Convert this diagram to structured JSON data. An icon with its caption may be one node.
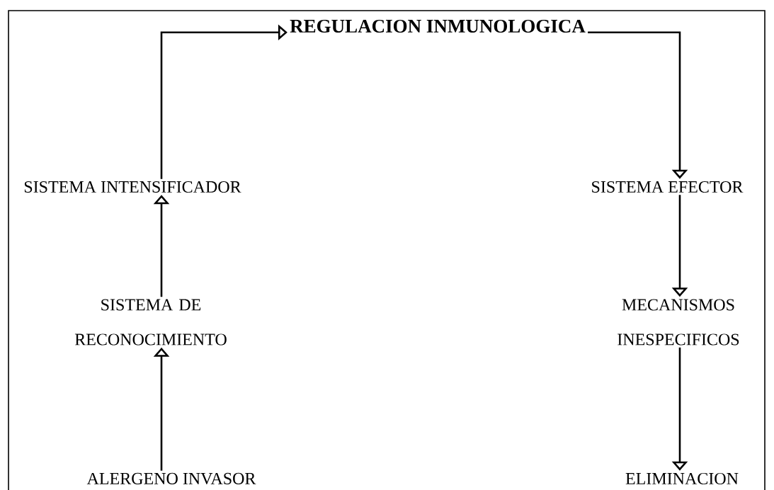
{
  "diagram": {
    "nodes": [
      {
        "text": [
          "REGULACION INMUNOLOGICA"
        ]
      },
      {
        "text": [
          "SISTEMA INTENSIFICADOR"
        ]
      },
      {
        "text": [
          "SISTEMA EFECTOR"
        ]
      },
      {
        "text": [
          "SISTEMA DE RECONOCIMIENTO"
        ]
      },
      {
        "text": [
          "MECANISMOS INESPECIFICOS"
        ]
      },
      {
        "text": [
          "ALERGENO INVASOR"
        ]
      },
      {
        "text": [
          "ELIMINACION"
        ]
      }
    ],
    "edges": [
      {
        "from": 5,
        "to": 3,
        "arrow": "to"
      },
      {
        "from": 3,
        "to": 1,
        "arrow": "to"
      },
      {
        "from": 1,
        "to": 0,
        "arrow": "to"
      },
      {
        "from": 0,
        "to": 2,
        "arrow": "to"
      },
      {
        "from": 2,
        "to": 4,
        "arrow": "to"
      },
      {
        "from": 4,
        "to": 6,
        "arrow": "to"
      }
    ]
  }
}
